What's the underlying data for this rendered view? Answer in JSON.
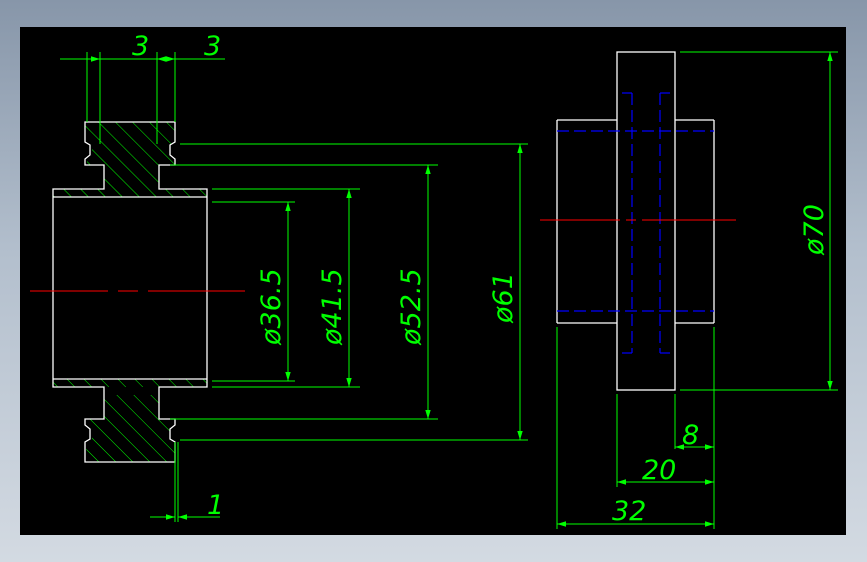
{
  "drawing": {
    "colors": {
      "background": "#000000",
      "outline": "#ffffff",
      "dimension": "#00ff00",
      "centerline": "#ff0000",
      "hidden_line": "#0000ff",
      "frame": "#8796a9"
    },
    "left_view": {
      "dimensions": {
        "groove_width_left": "3",
        "groove_width_right": "3",
        "edge_offset": "1",
        "bore_diameter": "ø36.5",
        "hub_diameter": "ø41.5",
        "groove_root_diameter": "ø52.5",
        "outer_diameter": "ø61"
      }
    },
    "right_view": {
      "dimensions": {
        "outer_diameter": "ø70",
        "offset_width": "8",
        "flange_width": "20",
        "total_width": "32"
      }
    }
  }
}
